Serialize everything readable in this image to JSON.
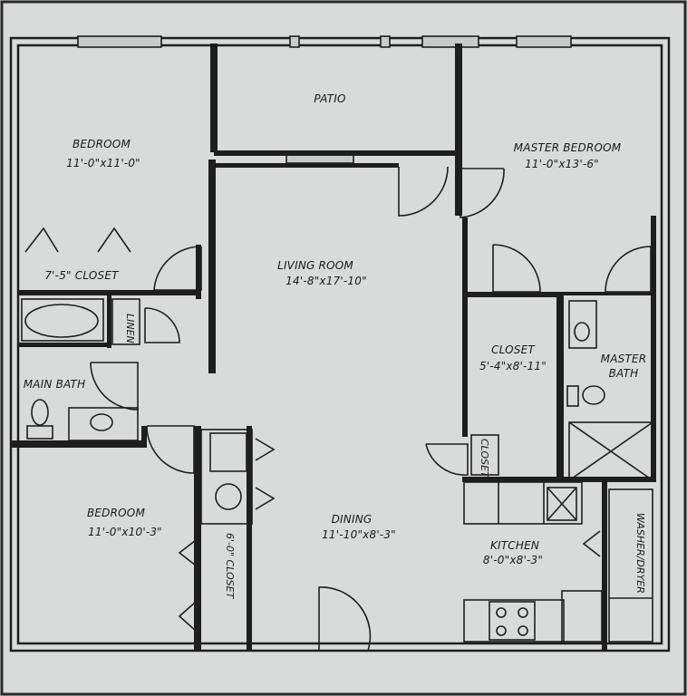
{
  "rooms": {
    "bedroom_1": {
      "name": "BEDROOM",
      "size": "11'-0\"x11'-0\""
    },
    "patio": {
      "name": "PATIO"
    },
    "master_bedroom": {
      "name": "MASTER BEDROOM",
      "size": "11'-0\"x13'-6\""
    },
    "living_room": {
      "name": "LIVING ROOM",
      "size": "14'-8\"x17'-10\""
    },
    "closet_1": {
      "name": "7'-5\" CLOSET"
    },
    "linen": {
      "name": "LINEN"
    },
    "main_bath": {
      "name": "MAIN BATH"
    },
    "master_closet": {
      "name": "CLOSET",
      "size": "5'-4\"x8'-11\""
    },
    "master_bath": {
      "name": "MASTER",
      "name2": "BATH"
    },
    "closet_small": {
      "name": "CLOSET"
    },
    "bedroom_2": {
      "name": "BEDROOM",
      "size": "11'-0\"x10'-3\""
    },
    "dining": {
      "name": "DINING",
      "size": "11'-10\"x8'-3\""
    },
    "kitchen": {
      "name": "KITCHEN",
      "size": "8'-0\"x8'-3\""
    },
    "closet_2": {
      "name": "6'-0\" CLOSET"
    },
    "washer_dryer": {
      "name": "WASHER/DRYER"
    }
  }
}
